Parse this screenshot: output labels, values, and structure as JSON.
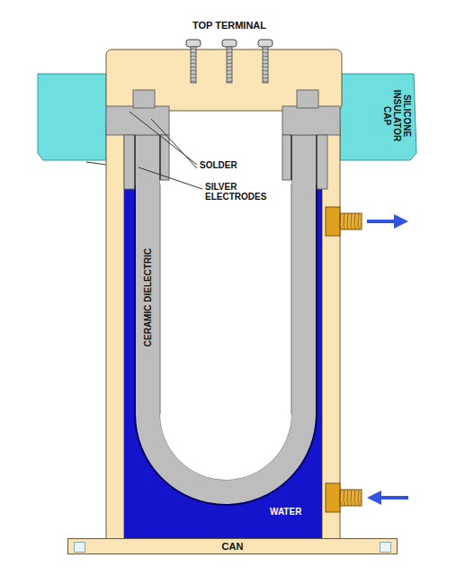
{
  "diagram": {
    "nodes": [
      {
        "text": [
          "CAN"
        ]
      }
    ],
    "labels": [
      "TOP TERMINAL",
      "SOLDER",
      "SILVER ELECTRODES",
      "SILICONE INSULATOR CAP",
      "CERAMIC DIELECTRIC",
      "WATER"
    ]
  }
}
